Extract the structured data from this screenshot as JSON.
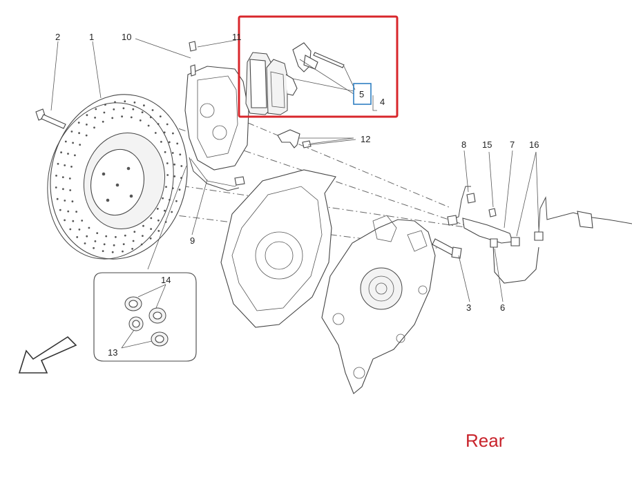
{
  "labels": {
    "l1": "1",
    "l2": "2",
    "l3": "3",
    "l4": "4",
    "l5": "5",
    "l6": "6",
    "l7": "7",
    "l8": "8",
    "l9": "9",
    "l10": "10",
    "l11": "11",
    "l12": "12",
    "l13": "13",
    "l14": "14",
    "l15": "15",
    "l16": "16"
  },
  "caption": "Rear",
  "colors": {
    "highlight_box": "#d8262b",
    "selected_box": "#2f7fc1",
    "caption": "#c8232b"
  }
}
